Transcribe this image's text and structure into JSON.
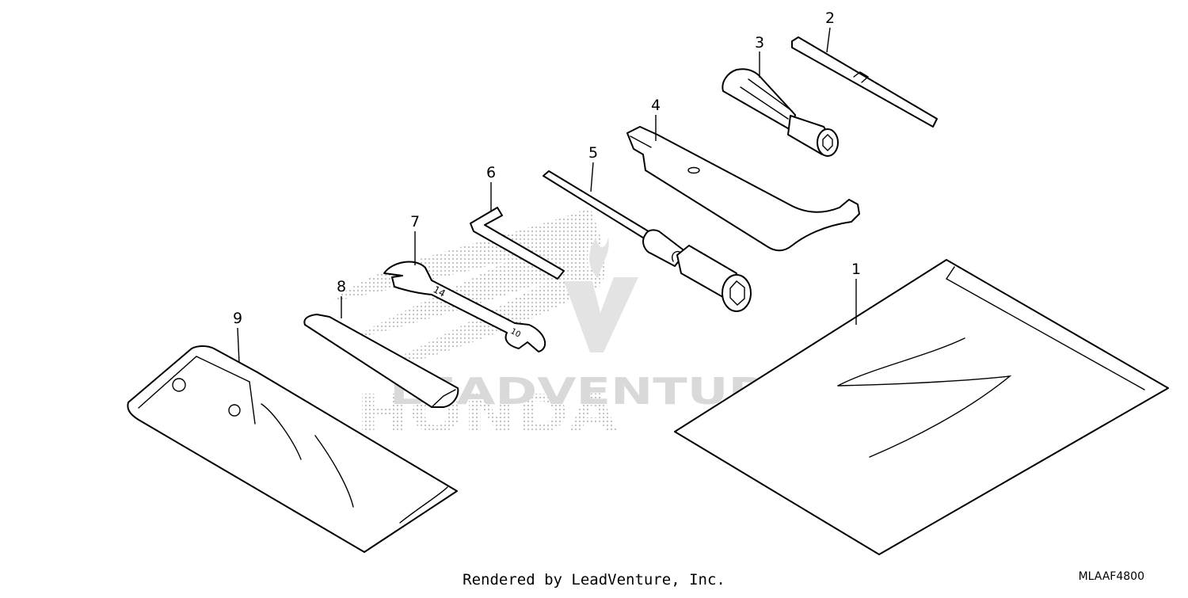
{
  "watermark": {
    "brand_text": "HONDA",
    "logo_text": "LEADVENTURE"
  },
  "callouts": {
    "part_1": "1",
    "part_2": "2",
    "part_3": "3",
    "part_4": "4",
    "part_5": "5",
    "part_6": "6",
    "part_7": "7",
    "part_8": "8",
    "part_9": "9"
  },
  "wrench_markings": {
    "size_a": "14",
    "size_b": "10"
  },
  "footer": {
    "credit": "Rendered by LeadVenture, Inc.",
    "diagram_code": "MLAAF4800"
  }
}
